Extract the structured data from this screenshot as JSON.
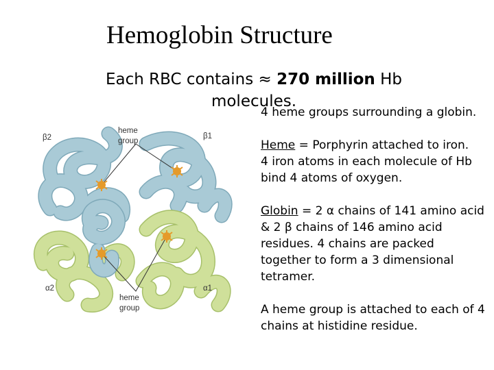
{
  "title": "Hemoglobin Structure",
  "subtitle": {
    "prefix": "Each RBC contains  ≈ ",
    "highlight": "270 million",
    "suffix": " Hb molecules."
  },
  "figure": {
    "labels": {
      "beta2": "β2",
      "beta1": "β1",
      "alpha2": "α2",
      "alpha1": "α1",
      "heme_top_line1": "heme",
      "heme_top_line2": "group",
      "heme_bottom_line1": "heme",
      "heme_bottom_line2": "group"
    },
    "colors": {
      "beta_chain": "#a9cad6",
      "beta_chain_dark": "#7fa9b9",
      "alpha_chain": "#cfe09a",
      "alpha_chain_dark": "#a7c06a",
      "heme": "#e59a2a"
    }
  },
  "notes": {
    "heme_groups": "4 heme groups surrounding a globin.",
    "heme_term": "Heme",
    "heme_def": " = Porphyrin attached to iron.",
    "iron_atoms": "4 iron atoms in each molecule of Hb bind 4 atoms of oxygen.",
    "globin_term": "Globin",
    "globin_def": " = 2 α chains of 141 amino acid & 2 β chains of 146 amino acid residues. 4 chains are packed together to form a 3 dimensional tetramer.",
    "heme_attach": "A heme group is attached to each of 4 chains at histidine residue."
  }
}
